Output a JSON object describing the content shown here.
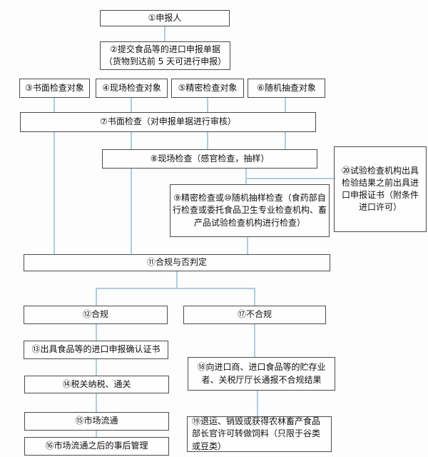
{
  "colors": {
    "connector": "#aecde0",
    "node_border": "#4c4c4c",
    "background": "#fdfdfd",
    "text": "#111111"
  },
  "nodes": {
    "n1": {
      "label": "①申报人"
    },
    "n2": {
      "label": "②提交食品等的进口申报单据（货物到达前 5 天可进行申报）"
    },
    "n3": {
      "label": "③书面检查对象"
    },
    "n4": {
      "label": "④现场检查对象"
    },
    "n5": {
      "label": "⑤精密检查对象"
    },
    "n6": {
      "label": "⑥随机抽查对象"
    },
    "n7": {
      "label": "⑦书面检查（对申报单据进行审核）"
    },
    "n8": {
      "label": "⑧现场检查（感官检查，抽样）"
    },
    "n9": {
      "label": "⑨精密检查或⑩随机抽样检查（食药部自行检查或委托食品卫生专业检查机构、畜产品试验检查机构进行检查）"
    },
    "n20": {
      "label": "⑳试验检查机构出具检验结果之前出具进口申报证书（附条件进口许可）"
    },
    "n11": {
      "label": "⑪合规与否判定"
    },
    "n12": {
      "label": "⑫合规"
    },
    "n17": {
      "label": "⑰不合规"
    },
    "n13": {
      "label": "⑬出具食品等的进口申报确认证书"
    },
    "n14": {
      "label": "⑭税关纳税、通关"
    },
    "n15": {
      "label": "⑮市场流通"
    },
    "n16": {
      "label": "⑯市场流通之后的事后管理"
    },
    "n18": {
      "label": "⑱向进口商、进口食品等的贮存业者、关税厅厅长通报不合规结果"
    },
    "n19": {
      "label": "⑲退运、销毁或获得农林畜产食品部长官许可转做饲料（只限于谷类或豆类）"
    }
  }
}
